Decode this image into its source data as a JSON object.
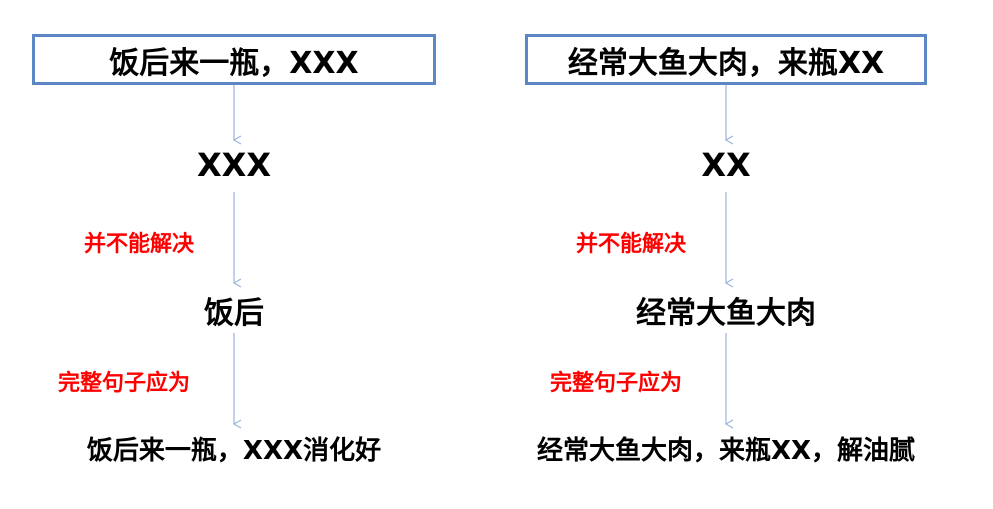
{
  "left": {
    "top": "饭后来一瓶，XXX",
    "step1": "XXX",
    "label1": "并不能解决",
    "step2": "饭后",
    "label2": "完整句子应为",
    "bottom": "饭后来一瓶，XXX消化好"
  },
  "right": {
    "top": "经常大鱼大肉，来瓶XX",
    "step1": "XX",
    "label1": "并不能解决",
    "step2": "经常大鱼大肉",
    "label2": "完整句子应为",
    "bottom": "经常大鱼大肉，来瓶XX，解油腻"
  },
  "colors": {
    "box_border": "#5b87c5",
    "arrow": "#9bb5dc",
    "label": "#ff0000"
  }
}
